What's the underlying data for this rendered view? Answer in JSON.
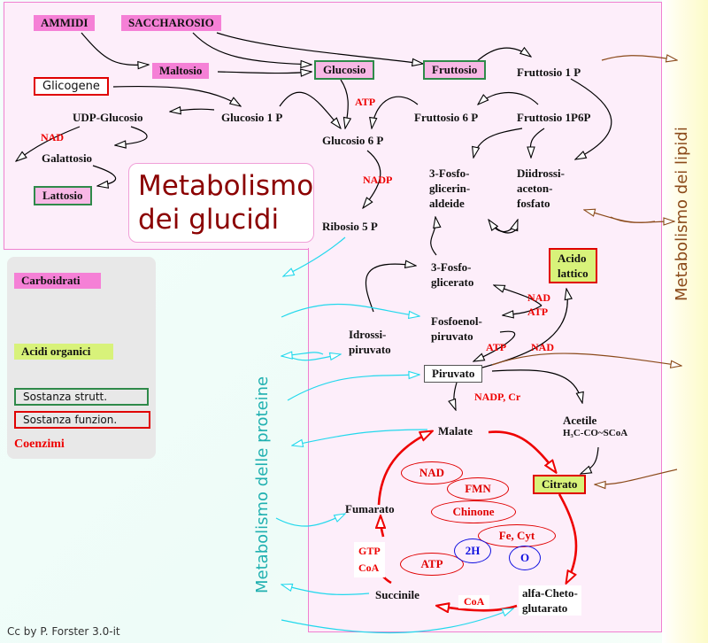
{
  "title": {
    "line1": "Metabolismo",
    "line2": "dei glucidi"
  },
  "side_labels": {
    "lipids": "Metabolismo dei lipidi",
    "proteins": "Metabolismo delle proteine"
  },
  "legend": {
    "carbohydrates": "Carboidrati",
    "organic_acids": "Acidi organici",
    "structural": "Sostanza strutt.",
    "functional": "Sostanza funzion.",
    "coenzymes": "Coenzimi"
  },
  "nodes": {
    "ammidi": "AMMIDI",
    "saccharosio": "SACCHAROSIO",
    "maltosio": "Maltosio",
    "glucosio": "Glucosio",
    "fruttosio": "Fruttosio",
    "fruttosio1p": "Fruttosio 1 P",
    "glicogene": "Glicogene",
    "udp_glucosio": "UDP-Glucosio",
    "glucosio1p": "Glucosio 1 P",
    "fruttosio6p": "Fruttosio 6 P",
    "fruttosio1p6p": "Fruttosio 1P6P",
    "galattosio": "Galattosio",
    "glucosio6p": "Glucosio 6 P",
    "lattosio": "Lattosio",
    "fosfoglicerinaldeide": [
      "3-Fosfo-",
      "glicerin-",
      "aldeide"
    ],
    "diidrossiacetonfosfato": [
      "Diidrossi-",
      "aceton-",
      "fosfato"
    ],
    "ribosio5p": "Ribosio 5 P",
    "fosfoglicerato": [
      "3-Fosfo-",
      "glicerato"
    ],
    "acido_lattico": [
      "Acido",
      "lattico"
    ],
    "fosfoenolpiruvato": [
      "Fosfoenol-",
      "piruvato"
    ],
    "idrossipiruvato": [
      "Idrossi-",
      "piruvato"
    ],
    "piruvato": "Piruvato",
    "malate": "Malate",
    "acetile": "Acetile",
    "acetile_formula": "H₃C-CO~SCoA",
    "citrato": "Citrato",
    "fumarato": "Fumarato",
    "succinile": "Succinile",
    "alfachetoglutarato": [
      "alfa-Cheto-",
      "glutarato"
    ]
  },
  "cofactors": {
    "atp_top": "ATP",
    "nad_udp": "NAD",
    "nadp_ribose": "NADP",
    "nad_fosfoglicerato": "NAD",
    "atp_fosfoglicerato": "ATP",
    "atp_pep": "ATP",
    "nad_lattico": "NAD",
    "nadp_cr": "NADP, Cr",
    "gtp": "GTP",
    "coa_succ": "CoA",
    "coa_alfa": "CoA"
  },
  "cycle_ellipses": {
    "nad": "NAD",
    "fmn": "FMN",
    "chinone": "Chinone",
    "fecyt": "Fe, Cyt",
    "atp": "ATP",
    "h2": "2H",
    "o": "O"
  },
  "colors": {
    "carb_pink": "#f580d6",
    "organic_lime": "#d8f27a",
    "structural_green": "#2f8a4a",
    "functional_red": "#e00000",
    "protein_cyan": "#22e0f0",
    "lipid_brown": "#8b4a1a",
    "title_darkred": "#8b0000",
    "cycle_red": "#ee0000"
  },
  "credit": "Cc by P. Forster 3.0-it"
}
